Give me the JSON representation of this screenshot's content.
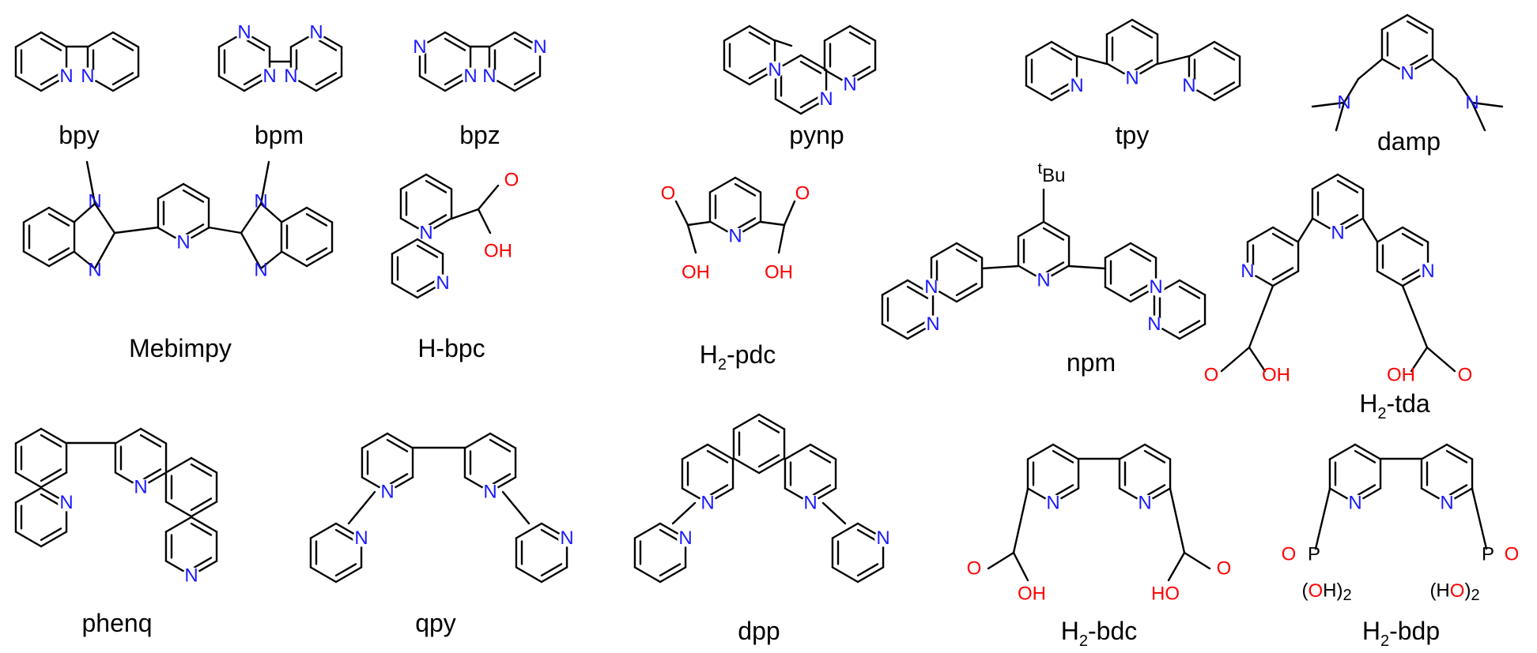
{
  "colors": {
    "nitrogen": "#1a1aff",
    "oxygen": "#ff0000",
    "bond": "#000000",
    "label": "#000000"
  },
  "atoms": {
    "N": "N",
    "O": "O",
    "P": "P",
    "H": "H",
    "OH": "OH",
    "HO": "HO",
    "tBu": "Bu",
    "t": "t"
  },
  "ligands": [
    {
      "id": "bpy",
      "label": "bpy"
    },
    {
      "id": "bpm",
      "label": "bpm"
    },
    {
      "id": "bpz",
      "label": "bpz"
    },
    {
      "id": "pynp",
      "label": "pynp"
    },
    {
      "id": "tpy",
      "label": "tpy"
    },
    {
      "id": "damp",
      "label": "damp"
    },
    {
      "id": "mebimpy",
      "label": "Mebimpy"
    },
    {
      "id": "hbpc",
      "label": "H-bpc"
    },
    {
      "id": "h2pdc",
      "label_pre": "H",
      "label_sub": "2",
      "label_post": "-pdc"
    },
    {
      "id": "npm",
      "label": "npm"
    },
    {
      "id": "h2tda",
      "label_pre": "H",
      "label_sub": "2",
      "label_post": "-tda"
    },
    {
      "id": "phenq",
      "label": "phenq"
    },
    {
      "id": "qpy",
      "label": "qpy"
    },
    {
      "id": "dpp",
      "label": "dpp"
    },
    {
      "id": "h2bdc",
      "label_pre": "H",
      "label_sub": "2",
      "label_post": "-bdc"
    },
    {
      "id": "h2bdp",
      "label_pre": "H",
      "label_sub": "2",
      "label_post": "-bdp"
    }
  ]
}
